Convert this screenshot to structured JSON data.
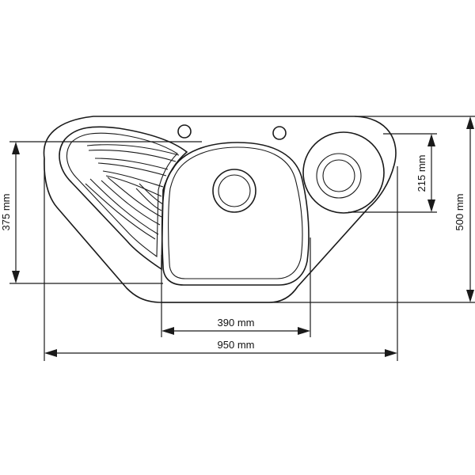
{
  "colors": {
    "line": "#1a1a1a",
    "background": "#ffffff",
    "text": "#111111"
  },
  "dimensions": {
    "bowl_width": "390 mm",
    "overall_width": "950 mm",
    "drainer_depth": "375 mm",
    "overall_depth": "500 mm",
    "small_bowl_diameter": "215 mm"
  }
}
